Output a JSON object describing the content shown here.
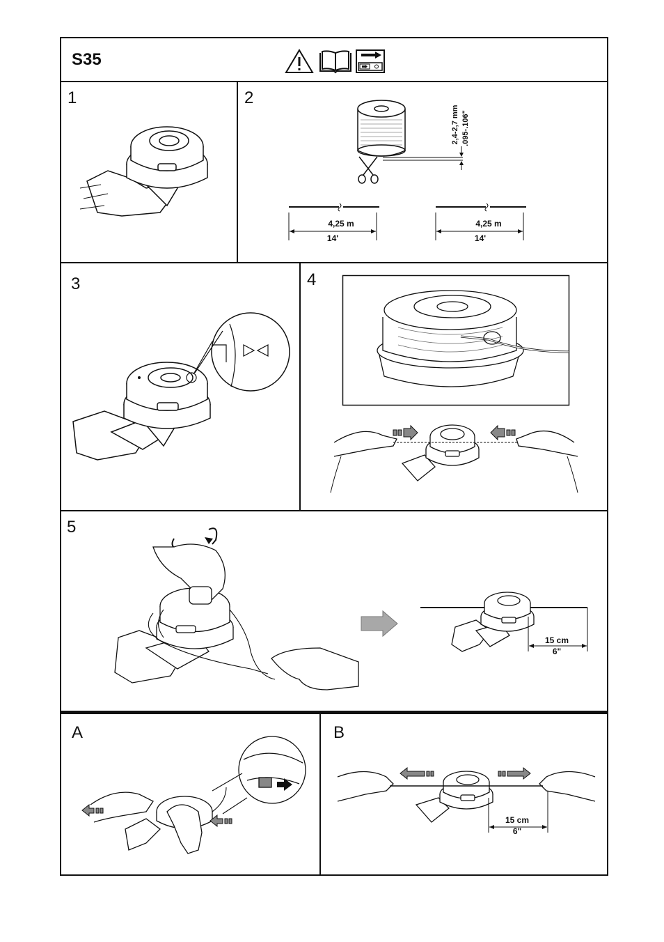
{
  "header": {
    "title": "S35",
    "icons": [
      "warning-triangle-icon",
      "manual-book-icon",
      "refer-to-page-icon"
    ]
  },
  "panels": {
    "p1": {
      "number": "1"
    },
    "p2": {
      "number": "2",
      "line_diameter_mm": "2,4-2,7 mm",
      "line_diameter_in": ".095-.106\"",
      "left_length_m": "4,25 m",
      "left_length_ft": "14'",
      "right_length_m": "4,25 m",
      "right_length_ft": "14'"
    },
    "p3": {
      "number": "3"
    },
    "p4": {
      "number": "4"
    },
    "p5": {
      "number": "5",
      "dist_cm": "15 cm",
      "dist_in": "6\""
    },
    "pA": {
      "number": "A"
    },
    "pB": {
      "number": "B",
      "dist_cm": "15 cm",
      "dist_in": "6\""
    }
  }
}
